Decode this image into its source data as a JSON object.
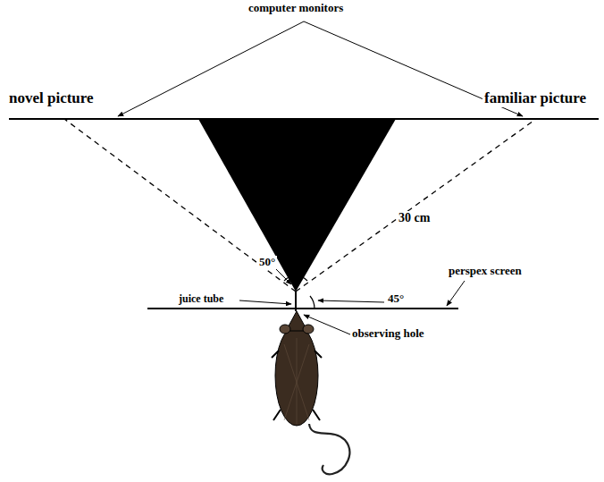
{
  "diagram": {
    "labels": [
      "computer monitors",
      "novel picture",
      "familiar picture",
      "30 cm",
      "50°",
      "juice tube",
      "45°",
      "perspex screen",
      "observing hole"
    ]
  }
}
